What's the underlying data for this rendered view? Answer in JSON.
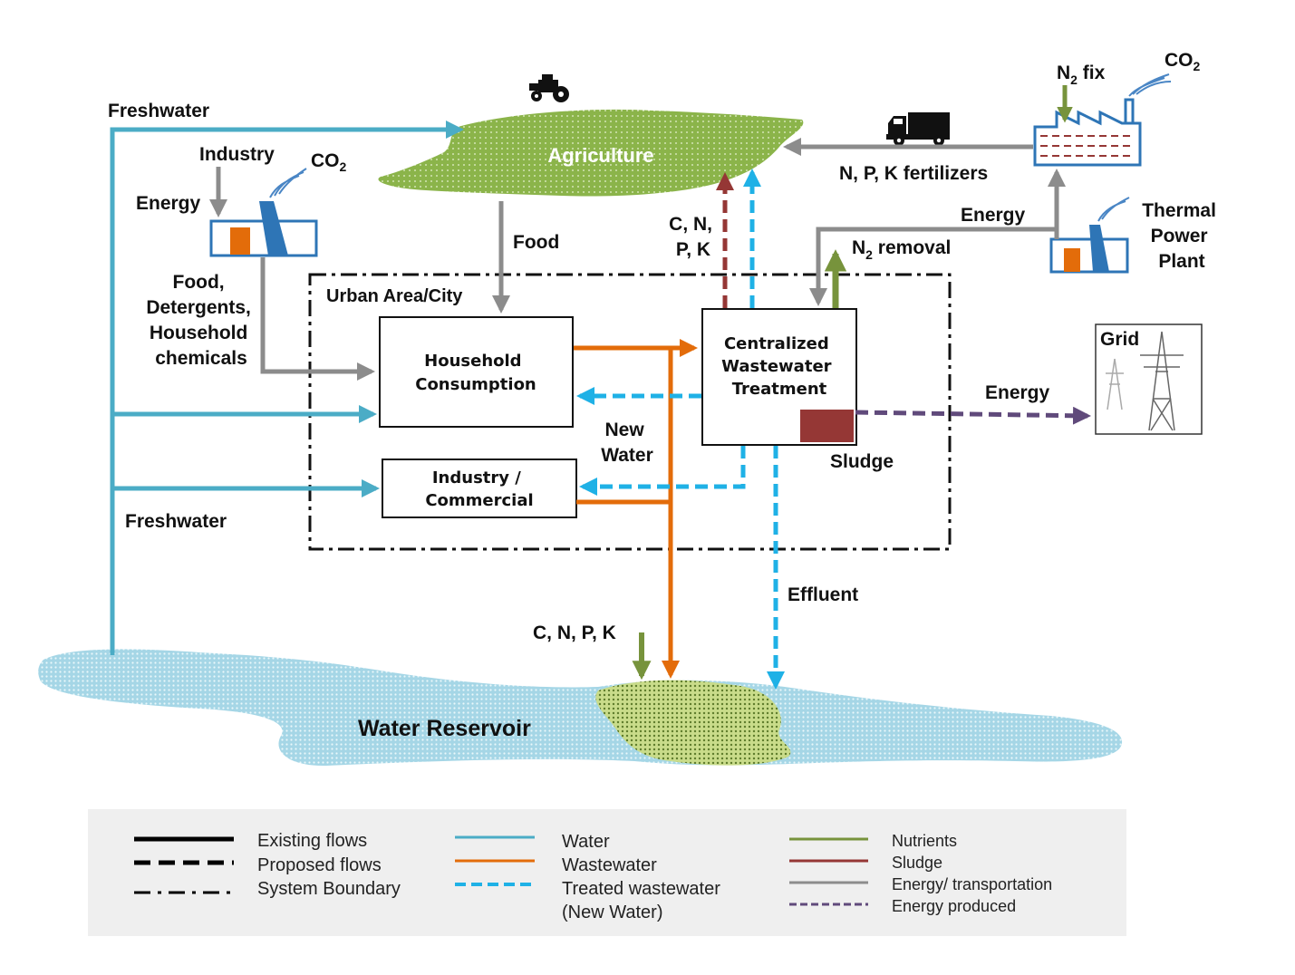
{
  "colors": {
    "water": "#4bacc6",
    "wastewater": "#e36c0a",
    "treated": "#1fb1e6",
    "nutrients": "#77933c",
    "sludge": "#953735",
    "energy": "#8c8c8c",
    "energy_produced": "#604a7b"
  },
  "labels": {
    "freshwater_top": "Freshwater",
    "freshwater_bottom": "Freshwater",
    "industry": "Industry",
    "co2_left": "CO",
    "co2_left_sub": "2",
    "energy_left": "Energy",
    "food_det": [
      "Food,",
      "Detergents,",
      "Household",
      "chemicals"
    ],
    "agriculture": "Agriculture",
    "food": "Food",
    "cnpk_up": [
      "C, N,",
      "P, K"
    ],
    "n2fix": "N",
    "n2fix_sub": "2",
    "n2fix_rest": " fix",
    "co2_right": "CO",
    "co2_right_sub": "2",
    "npk_fert": "N, P, K fertilizers",
    "energy_right": "Energy",
    "thermal": [
      "Thermal",
      "Power",
      "Plant"
    ],
    "n2removal": "N",
    "n2removal_sub": "2",
    "n2removal_rest": " removal",
    "urban": "Urban Area/City",
    "household": [
      "Household",
      "Consumption"
    ],
    "industry_comm": [
      "Industry /",
      "Commercial"
    ],
    "wwtp": [
      "Centralized",
      "Wastewater",
      "Treatment"
    ],
    "new_water": [
      "New",
      "Water"
    ],
    "sludge": "Sludge",
    "grid": "Grid",
    "energy_grid": "Energy",
    "effluent": "Effluent",
    "cnpk_res": "C, N, P, K",
    "reservoir": "Water Reservoir"
  },
  "legend": {
    "col1": [
      "Existing flows",
      "Proposed flows",
      "System Boundary"
    ],
    "col2": [
      "Water",
      "Wastewater",
      "Treated wastewater",
      "(New Water)"
    ],
    "col3": [
      "Nutrients",
      "Sludge",
      "Energy/ transportation",
      "Energy produced"
    ]
  },
  "icons": {
    "tractor": "tractor-icon",
    "truck": "truck-icon",
    "factory": "factory-icon",
    "power_plant": "power-plant-icon",
    "pylon": "transmission-tower-icon"
  }
}
